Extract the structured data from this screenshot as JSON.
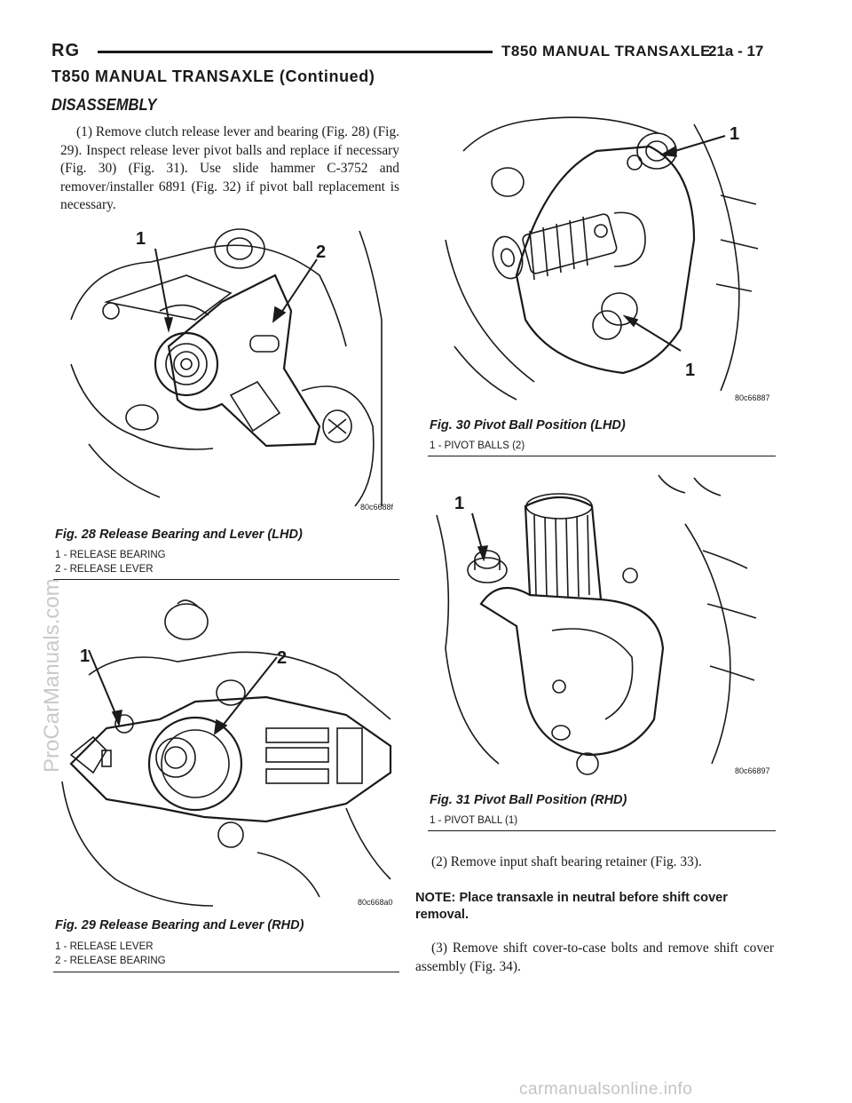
{
  "header": {
    "left": "RG",
    "title": "T850 MANUAL TRANSAXLE",
    "page": "21a - 17"
  },
  "continued_title": "T850 MANUAL TRANSAXLE (Continued)",
  "section_heading": "DISASSEMBLY",
  "paragraphs": {
    "step1": "(1) Remove clutch release lever and bearing (Fig. 28) (Fig. 29). Inspect release lever pivot balls and replace if necessary (Fig. 30) (Fig. 31). Use slide hammer C-3752 and remover/installer 6891 (Fig. 32) if pivot ball replacement is necessary.",
    "step2": "(2) Remove input shaft bearing retainer (Fig. 33).",
    "note": "NOTE: Place transaxle in neutral before shift cover removal.",
    "step3": "(3) Remove shift cover-to-case bolts and remove shift cover assembly (Fig. 34)."
  },
  "figures": {
    "fig28": {
      "title": "Fig. 28 Release Bearing and Lever (LHD)",
      "code": "80c6688f",
      "callouts": [
        "1",
        "2"
      ],
      "legend": [
        "1 - RELEASE BEARING",
        "2 - RELEASE LEVER"
      ]
    },
    "fig29": {
      "title": "Fig. 29 Release Bearing and Lever (RHD)",
      "code": "80c668a0",
      "callouts": [
        "1",
        "2"
      ],
      "legend": [
        "1 - RELEASE LEVER",
        "2 - RELEASE BEARING"
      ]
    },
    "fig30": {
      "title": "Fig. 30 Pivot Ball Position (LHD)",
      "code": "80c66887",
      "callouts": [
        "1",
        "1"
      ],
      "legend": [
        "1 - PIVOT BALLS (2)"
      ]
    },
    "fig31": {
      "title": "Fig. 31 Pivot Ball Position (RHD)",
      "code": "80c66897",
      "callouts": [
        "1"
      ],
      "legend": [
        "1 - PIVOT BALL (1)"
      ]
    }
  },
  "watermark": "ProCarManuals.com",
  "footer": "carmanualsonline.info"
}
